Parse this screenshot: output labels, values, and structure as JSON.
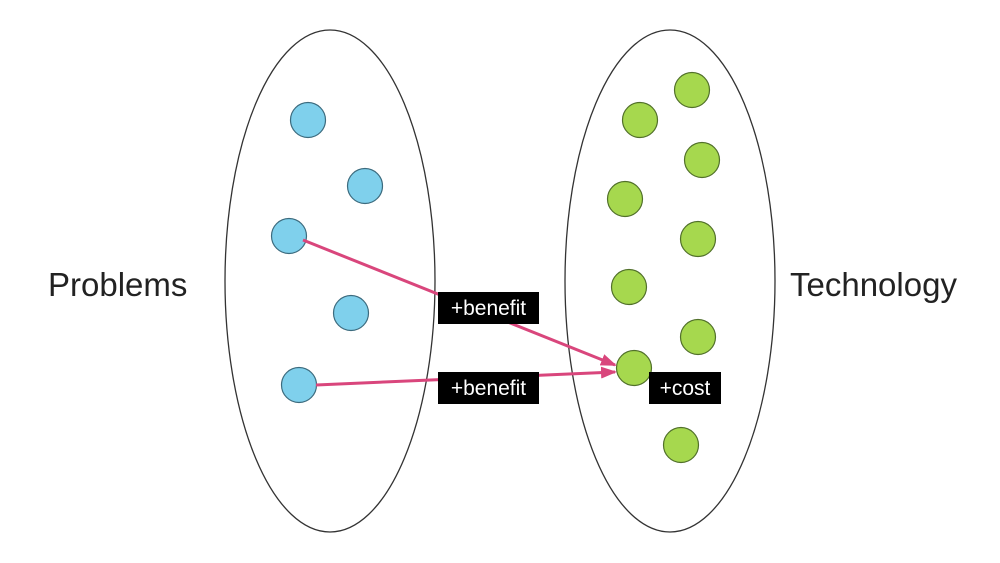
{
  "labels": {
    "left_set": "Problems",
    "right_set": "Technology"
  },
  "tags": {
    "benefit_upper": "+benefit",
    "benefit_lower": "+benefit",
    "cost": "+cost"
  },
  "colors": {
    "problem_fill": "#7fd0ec",
    "technology_fill": "#a6d84e",
    "arrow": "#d9467c",
    "tag_background": "#000000",
    "outline": "#333333"
  }
}
